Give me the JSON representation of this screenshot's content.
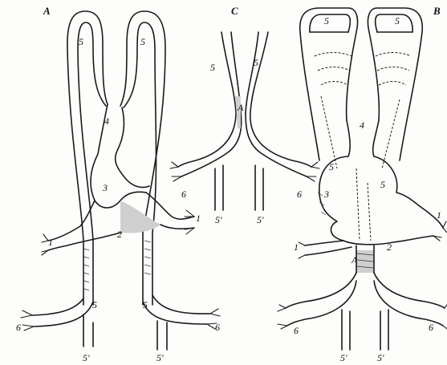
{
  "figures": {
    "A": {
      "letter": "A",
      "labels": {
        "l5a": "5",
        "l5b": "5",
        "l4": "4",
        "l3": "3",
        "l2": "2",
        "l1r": "1",
        "l1l": "1",
        "l5c": "5",
        "l5d": "5",
        "l6l": "6",
        "l6r": "6",
        "l5pl": "5′",
        "l5pr": "5′"
      }
    },
    "C": {
      "letter": "C",
      "labels": {
        "l5a": "5",
        "l5b": "5",
        "lA": "A",
        "l6l": "6",
        "l6r": "6",
        "l5pl": "5′",
        "l5pr": "5′"
      }
    },
    "B": {
      "letter": "B",
      "labels": {
        "l5a": "5",
        "l5b": "5",
        "l4": "4",
        "l5c": "5",
        "l5d": "5",
        "l3": "3",
        "l1r": "1",
        "l1l": "1",
        "l2": "2",
        "lA": "A",
        "l6l": "6",
        "l6r": "6",
        "l5pl": "5′",
        "l5pr": "5′"
      }
    }
  }
}
